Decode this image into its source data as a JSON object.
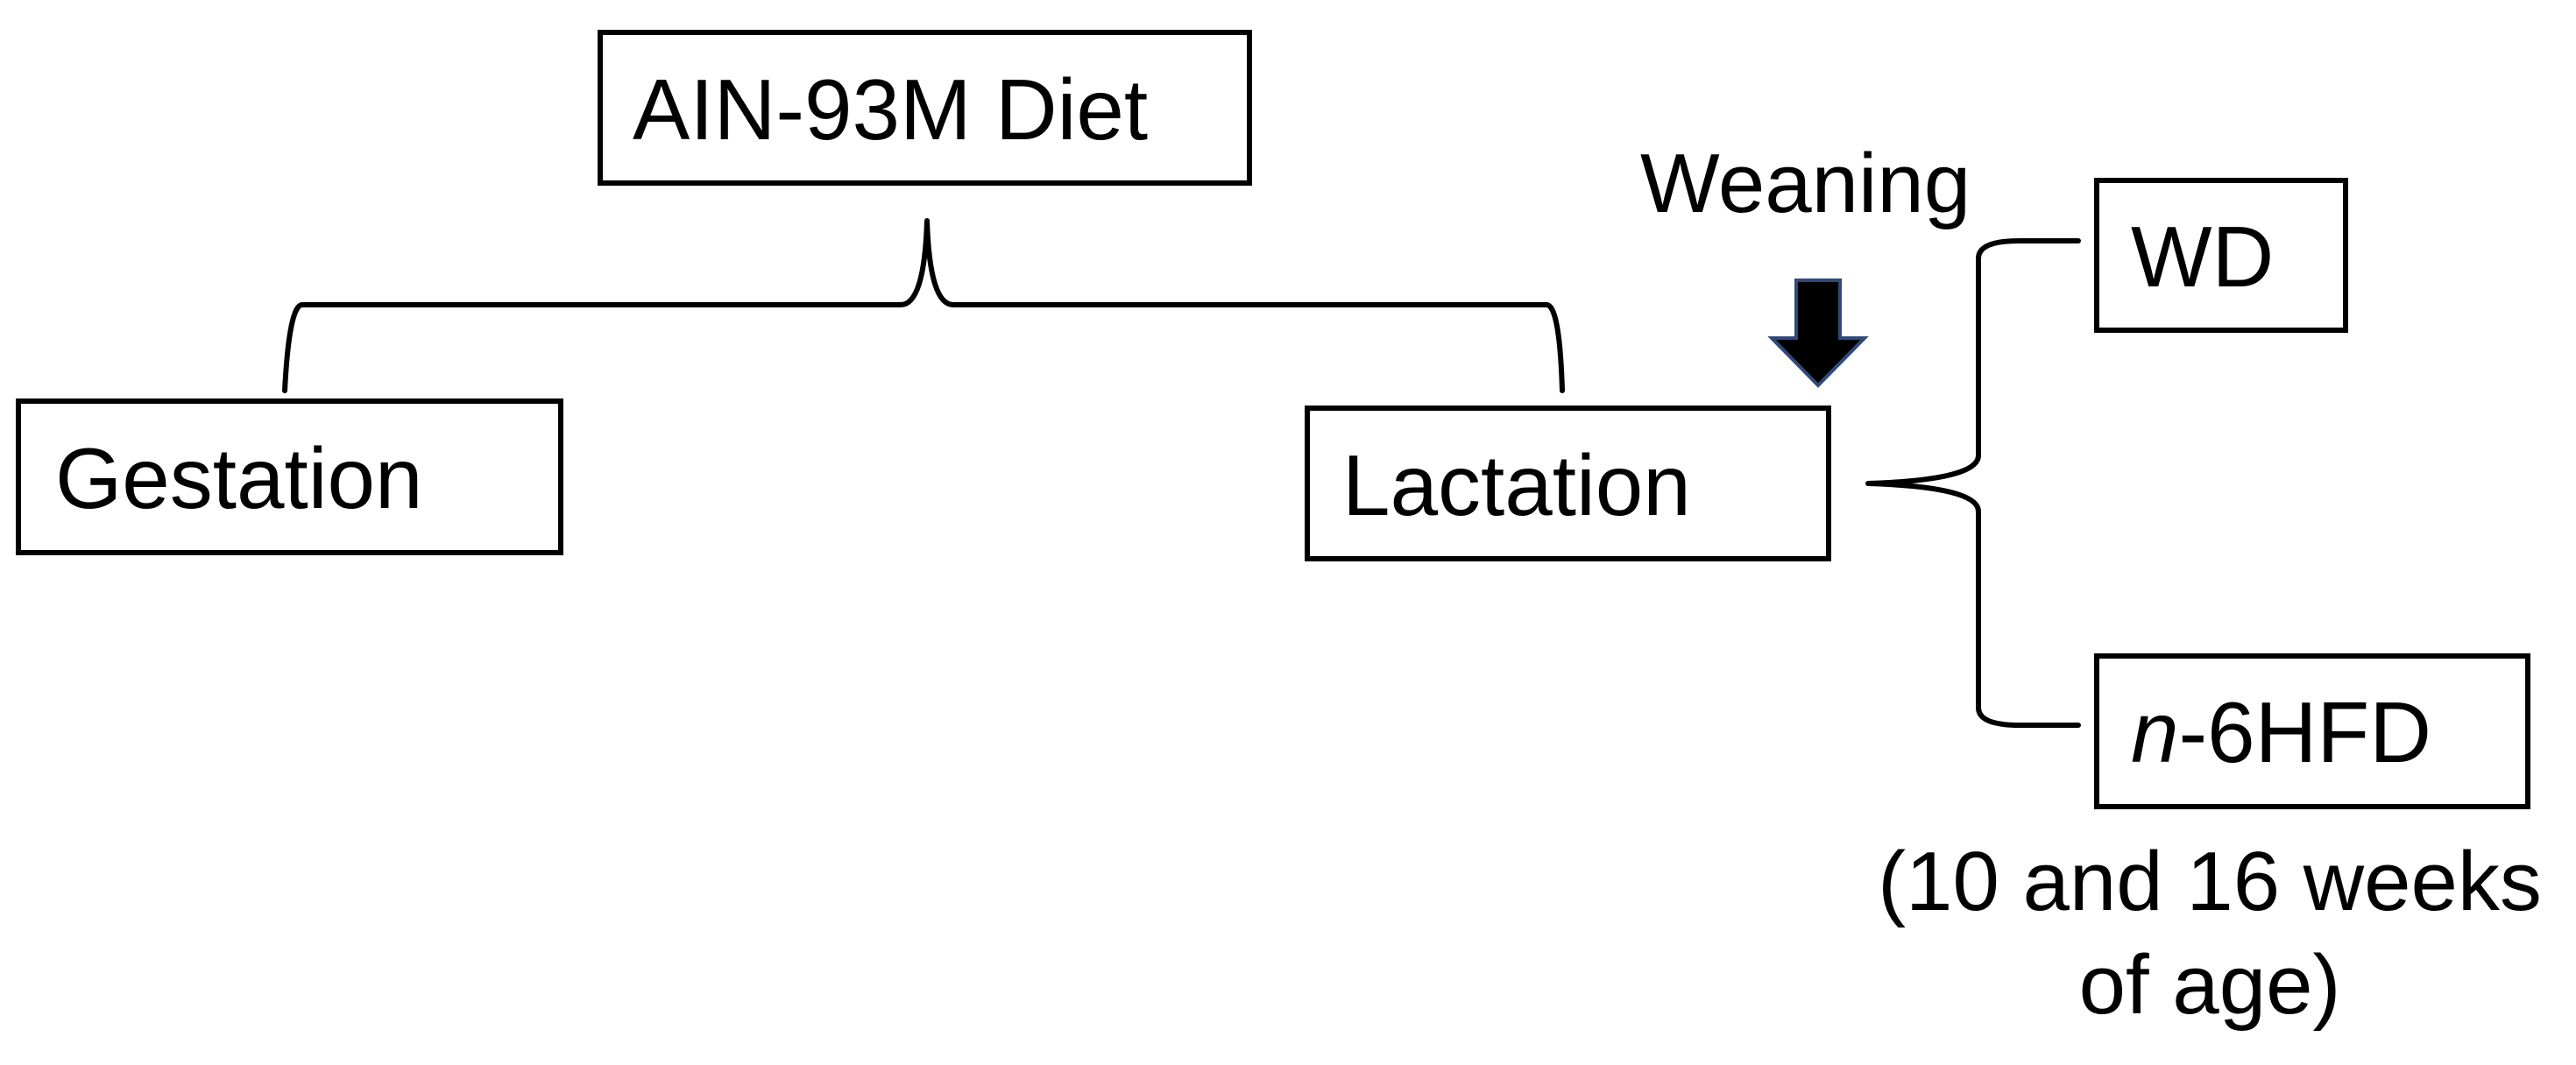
{
  "diagram": {
    "root": {
      "label": "AIN-93M Diet"
    },
    "stages": [
      {
        "label": "Gestation"
      },
      {
        "label": "Lactation"
      }
    ],
    "weaning": {
      "label": "Weaning",
      "arrow_fill": "#000000",
      "arrow_outline": "#2f4a7a"
    },
    "diets": [
      {
        "label": "WD",
        "italic_prefix": ""
      },
      {
        "label": "-6HFD",
        "italic_prefix": "n"
      }
    ],
    "age_note": {
      "line1": "(10 and 16 weeks",
      "line2": "of age)"
    }
  }
}
